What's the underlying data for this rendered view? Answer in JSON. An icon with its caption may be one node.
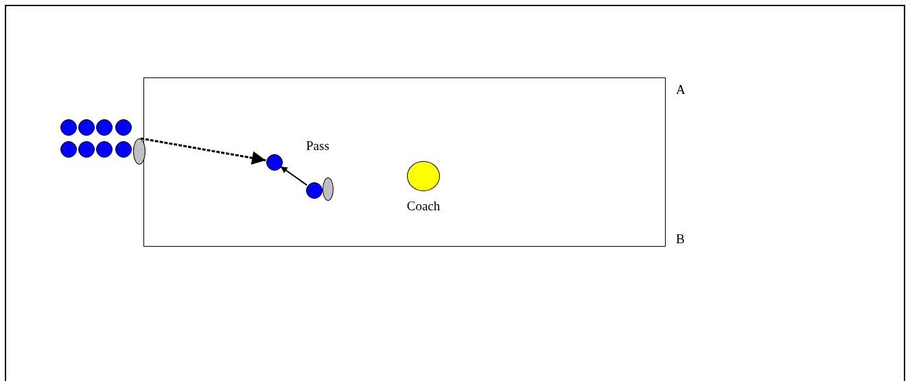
{
  "diagram": {
    "nodes": [
      {
        "text": [],
        "shape": "box"
      },
      {
        "text": [],
        "shape": "circle"
      },
      {
        "text": [],
        "shape": "circle"
      },
      {
        "text": [],
        "shape": "circle"
      },
      {
        "text": [],
        "shape": "circle"
      },
      {
        "text": [],
        "shape": "circle"
      },
      {
        "text": [],
        "shape": "circle"
      },
      {
        "text": [],
        "shape": "circle"
      },
      {
        "text": [],
        "shape": "circle"
      },
      {
        "text": [],
        "shape": "cone"
      },
      {
        "text": [],
        "shape": "circle",
        "in": 0
      },
      {
        "text": [],
        "shape": "circle",
        "in": 0
      },
      {
        "text": [],
        "shape": "cone",
        "in": 0
      },
      {
        "text": [
          "Coach"
        ],
        "in": 0
      }
    ],
    "edges": [
      {
        "from": 9,
        "to": 10,
        "arrow": "to",
        "style": "dashed"
      },
      {
        "from": 11,
        "to": 10,
        "arrow": "to",
        "label": "Pass"
      }
    ],
    "labels": [
      "A",
      "B"
    ]
  }
}
